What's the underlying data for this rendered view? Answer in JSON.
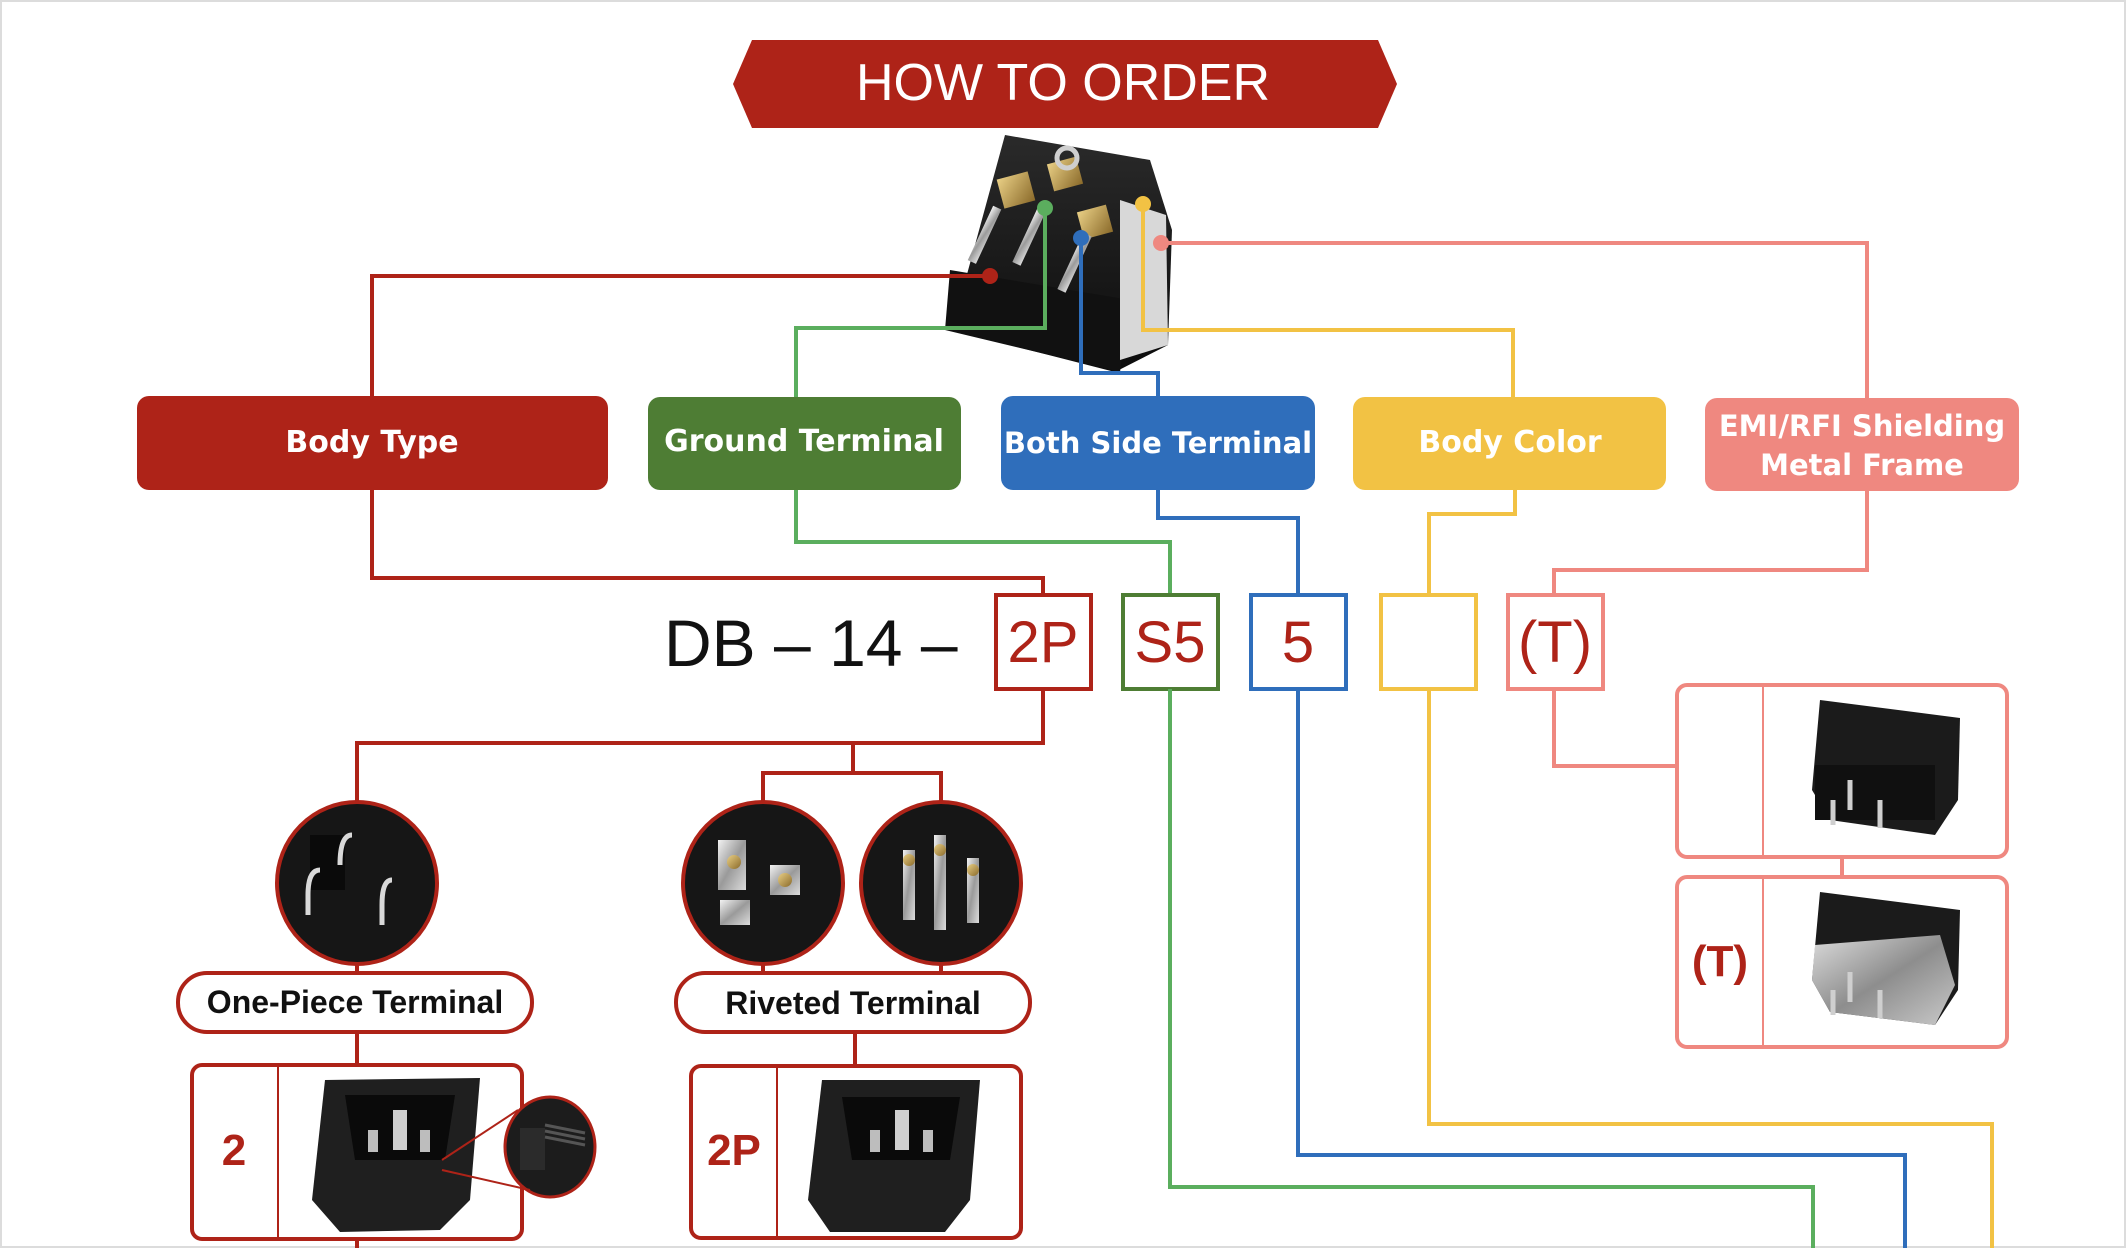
{
  "title": "HOW TO ORDER",
  "colors": {
    "body_type": "#AE2318",
    "ground_terminal": "#4E7D34",
    "ground_line": "#5BAE5E",
    "both_side_terminal": "#2F6EBB",
    "body_color": "#F2C244",
    "emi_rfi": "#EF8880",
    "code_text": "#AE2318"
  },
  "categories": [
    {
      "label": "Body Type"
    },
    {
      "label": "Ground Terminal"
    },
    {
      "label": "Both Side Terminal"
    },
    {
      "label": "Body Color"
    },
    {
      "label_line1": "EMI/RFI Shielding",
      "label_line2": "Metal Frame"
    }
  ],
  "order_code": {
    "prefix": "DB – 14 –",
    "segments": [
      "2P",
      "S5",
      "5",
      "",
      "(T)"
    ]
  },
  "body_type_options": [
    {
      "terminal_label": "One-Piece Terminal",
      "code": "2"
    },
    {
      "terminal_label": "Riveted Terminal",
      "code": "2P"
    }
  ],
  "emi_options": [
    {
      "code": ""
    },
    {
      "code": "(T)"
    }
  ]
}
